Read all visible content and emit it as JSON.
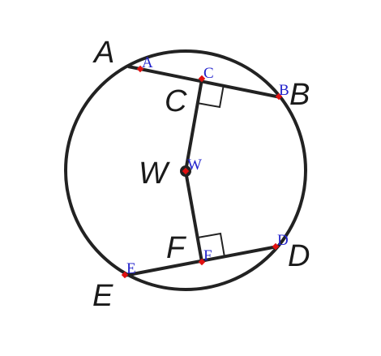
{
  "colors": {
    "stroke": "#222222",
    "point": "#e01010",
    "small_label": "#2222cc",
    "big_label": "#1a1a1a"
  },
  "labels": {
    "A_big": "A",
    "A_small": "A",
    "B_big": "B",
    "B_small": "B",
    "C_big": "C",
    "C_small": "C",
    "D_big": "D",
    "D_small": "D",
    "E_big": "E",
    "E_small": "E",
    "F_big": "F",
    "F_small": "F",
    "W_big": "W",
    "W_small": "W"
  }
}
